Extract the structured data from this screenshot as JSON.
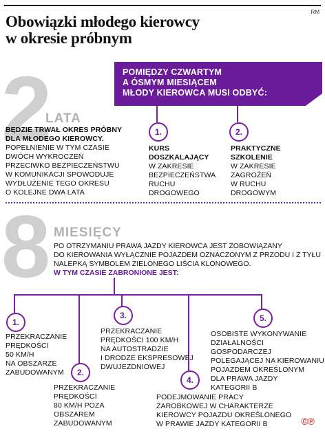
{
  "header": {
    "rm": "RM",
    "title_line1": "Obowiązki młodego kierowcy",
    "title_line2": "w okresie próbnym"
  },
  "section1": {
    "big_number": "2",
    "unit": "LATA",
    "bold_text": [
      "BĘDZIE TRWAŁ OKRES PRÓBNY",
      "DLA MŁODEGO KIEROWCY."
    ],
    "text": [
      "POPEŁNIENIE W TYM CZASIE",
      "DWÓCH WYKROCZEŃ",
      "PRZECIWKO BEZPIECZEŃSTWU",
      "W KOMUNIKACJI SPOWODUJE",
      "WYDŁUŻENIE TEGO OKRESU",
      "O KOLEJNE DWA LATA"
    ],
    "box_lines": [
      "POMIĘDZY CZWARTYM",
      "A ÓSMYM MIESIĄCEM",
      "MŁODY KIEROWCA MUSI ODBYĆ:"
    ],
    "items": [
      {
        "num": "1.",
        "bold": [
          "KURS",
          "DOSZKALAJĄCY"
        ],
        "text": [
          "W ZAKRESIE",
          "BEZPIECZEŃSTWA",
          "RUCHU",
          "DROGOWEGO"
        ]
      },
      {
        "num": "2.",
        "bold": [
          "PRAKTYCZNE",
          "SZKOLENIE"
        ],
        "text": [
          "W ZAKRESIE",
          "ZAGROŻEŃ",
          "W RUCHU",
          "DROGOWYM"
        ]
      }
    ]
  },
  "section2": {
    "big_number": "8",
    "unit": "MIESIĘCY",
    "text": [
      "PO OTRZYMANIU PRAWA JAZDY KIEROWCA JEST ZOBOWIĄZANY",
      "DO KIEROWANIA WYŁĄCZNIE POJAZDEM OZNACZONYM Z PRZODU I Z TYŁU",
      "NALEPKĄ SYMBOLEM ZIELONEGO LIŚCIA KLONOWEGO."
    ],
    "highlight": "W TYM CZASIE ZABRONIONE JEST:",
    "items": [
      {
        "num": "1.",
        "text": [
          "PRZEKRACZANIE",
          "PRĘDKOŚCI",
          "50 KM/H",
          "NA OBSZARZE",
          "ZABUDOWANYM"
        ]
      },
      {
        "num": "2.",
        "text": [
          "PRZEKRACZANIE",
          "PRĘDKOŚCI",
          "80 KM/H POZA",
          "OBSZAREM",
          "ZABUDOWANYM"
        ]
      },
      {
        "num": "3.",
        "text": [
          "PRZEKRACZANIE",
          "PRĘDKOŚCI 100 KM/H",
          "NA AUTOSTRADZIE",
          "I DRODZE EKSPRESOWEJ",
          "DWUJEZDNIOWEJ"
        ]
      },
      {
        "num": "4.",
        "text": [
          "PODEJMOWANIE PRACY",
          "ZAROBKOWEJ W CHARAKTERZE",
          "KIEROWCY POJAZDU OKREŚLONEGO",
          "W PRAWIE JAZDY KATEGORII B"
        ]
      },
      {
        "num": "5.",
        "text": [
          "OSOBISTE WYKONYWANIE",
          "DZIAŁALNOŚCI GOSPODARCZEJ",
          "POLEGAJĄCEJ NA KIEROWANIU",
          "POJAZDEM OKREŚLONYM",
          "DLA PRAWA JAZDY",
          "KATEGORII B"
        ]
      }
    ]
  },
  "footer": {
    "copyright": "©℗"
  },
  "colors": {
    "accent": "#6a1b9a",
    "grey_number": "#cfcfcf"
  }
}
